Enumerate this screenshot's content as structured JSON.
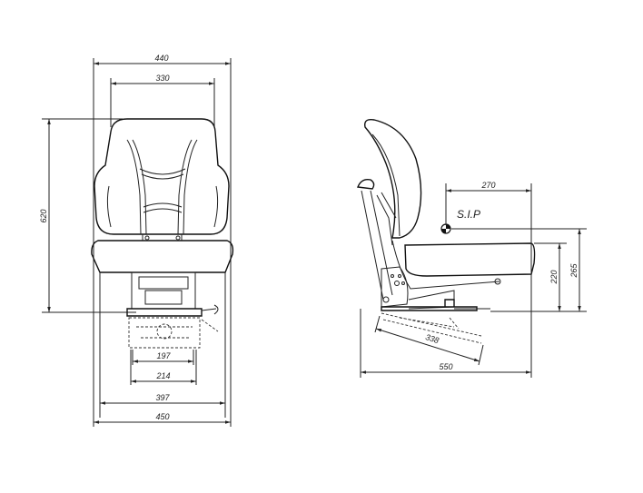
{
  "front_view": {
    "dims": {
      "overall_top_width": "440",
      "backrest_width": "330",
      "height": "620",
      "rail_inner": "197",
      "rail_outer": "214",
      "base_inner": "397",
      "overall_bottom_width": "450"
    }
  },
  "side_view": {
    "sip_label": "S.I.P",
    "dims": {
      "sip_horizontal": "270",
      "seat_height": "220",
      "sip_height": "265",
      "slide_travel": "338",
      "overall_depth": "550"
    }
  }
}
